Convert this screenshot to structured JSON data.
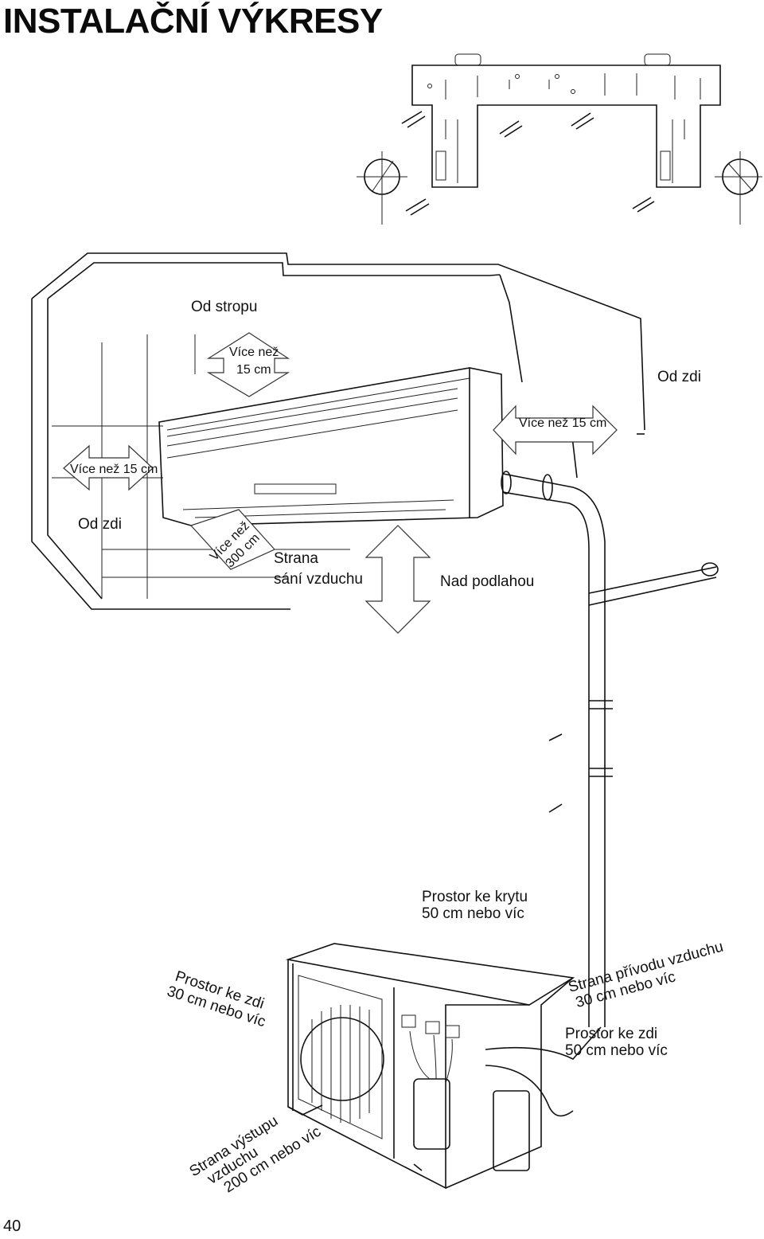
{
  "page": {
    "title": "INSTALAČNÍ VÝKRESY",
    "number": "40"
  },
  "indoor": {
    "from_ceiling": "Od stropu",
    "top_clearance_line1": "Více než",
    "top_clearance_line2": "15 cm",
    "from_wall_right": "Od zdi",
    "right_clearance": "Více než 15 cm",
    "left_clearance": "Více než 15 cm",
    "from_wall_left": "Od zdi",
    "above_floor_line1": "Více než",
    "above_floor_line2": "300 cm",
    "intake_line1": "Strana",
    "intake_line2": "sání vzduchu",
    "above_floor": "Nad podlahou"
  },
  "outdoor": {
    "cover_space_line1": "Prostor ke krytu",
    "cover_space_line2": "50 cm nebo víc",
    "wall_left_line1": "Prostor ke zdi",
    "wall_left_line2": "30 cm nebo víc",
    "intake_side_line1": "Strana přívodu vzduchu",
    "intake_side_line2": "30 cm nebo víc",
    "wall_right_line1": "Prostor ke zdi",
    "wall_right_line2": "50 cm nebo víc",
    "outlet_line1": "Strana výstupu",
    "outlet_line2": "vzduchu",
    "outlet_line3": "200 cm nebo víc"
  },
  "icons": [
    "mounting-plate-icon",
    "screw-icon",
    "wall-hole-icon",
    "indoor-unit-icon",
    "outdoor-unit-icon",
    "pipe-icon",
    "clearance-arrow-icon"
  ]
}
